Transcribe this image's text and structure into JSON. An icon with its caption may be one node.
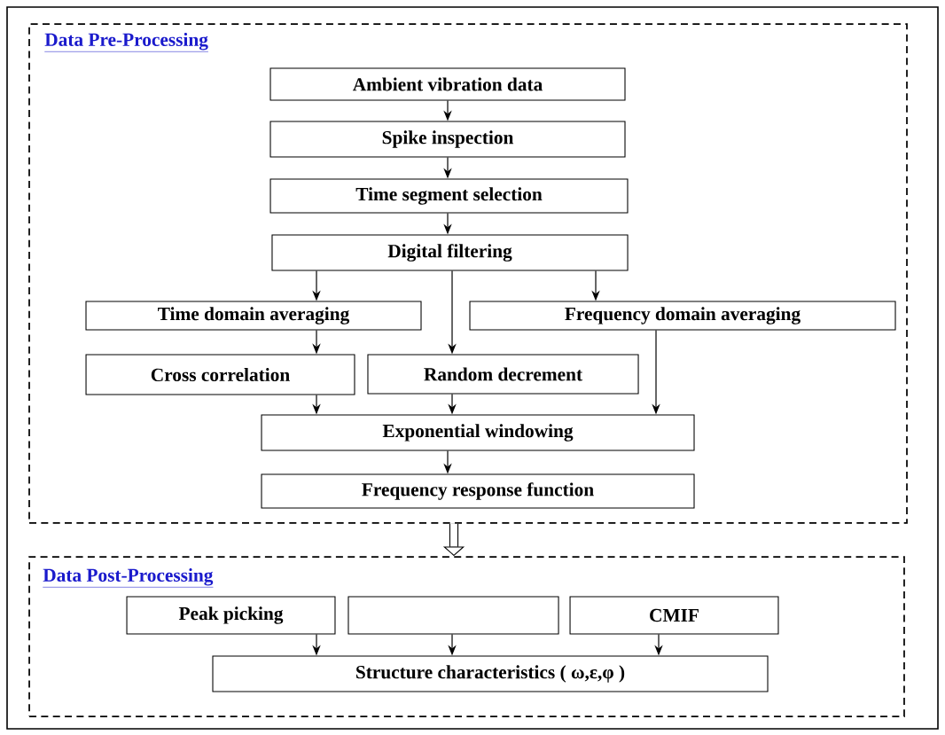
{
  "diagram": {
    "nodes": [
      {
        "text": [
          "Data Pre-Processing"
        ]
      },
      {
        "text": [
          "Ambient vibration data"
        ],
        "in": 0
      },
      {
        "text": [
          "Spike inspection"
        ],
        "in": 0
      },
      {
        "text": [
          "Time segment selection"
        ],
        "in": 0
      },
      {
        "text": [
          "Digital filtering"
        ],
        "in": 0
      },
      {
        "text": [
          "Time domain averaging"
        ],
        "in": 0
      },
      {
        "text": [
          "Frequency domain averaging"
        ],
        "in": 0
      },
      {
        "text": [
          "Cross correlation"
        ],
        "in": 0
      },
      {
        "text": [
          "Random decrement"
        ],
        "in": 0
      },
      {
        "text": [
          "Exponential windowing"
        ],
        "in": 0
      },
      {
        "text": [
          "Frequency response function"
        ],
        "in": 0
      },
      {
        "text": [
          "Data Post-Processing"
        ]
      },
      {
        "text": [
          "Peak picking"
        ],
        "in": 11
      },
      {
        "text": [],
        "shape": "box",
        "in": 11
      },
      {
        "text": [
          "CMIF"
        ],
        "in": 11
      },
      {
        "text": [
          "Structure characteristics ( ω,ε,φ )"
        ],
        "in": 11
      }
    ],
    "edges": [
      {
        "from": 1,
        "to": 2,
        "arrow": "to"
      },
      {
        "from": 2,
        "to": 3,
        "arrow": "to"
      },
      {
        "from": 3,
        "to": 4,
        "arrow": "to"
      },
      {
        "from": 4,
        "to": 5,
        "arrow": "to"
      },
      {
        "from": 4,
        "to": 8,
        "arrow": "to"
      },
      {
        "from": 4,
        "to": 6,
        "arrow": "to"
      },
      {
        "from": 5,
        "to": 7,
        "arrow": "to"
      },
      {
        "from": 7,
        "to": 9,
        "arrow": "to"
      },
      {
        "from": 8,
        "to": 9,
        "arrow": "to"
      },
      {
        "from": 6,
        "to": 9,
        "arrow": "to"
      },
      {
        "from": 9,
        "to": 10,
        "arrow": "to"
      },
      {
        "from": 0,
        "to": 11,
        "arrow": "to",
        "style": "thick"
      },
      {
        "from": 12,
        "to": 15,
        "arrow": "to"
      },
      {
        "from": 13,
        "to": 15,
        "arrow": "to"
      },
      {
        "from": 14,
        "to": 15,
        "arrow": "to"
      }
    ]
  }
}
